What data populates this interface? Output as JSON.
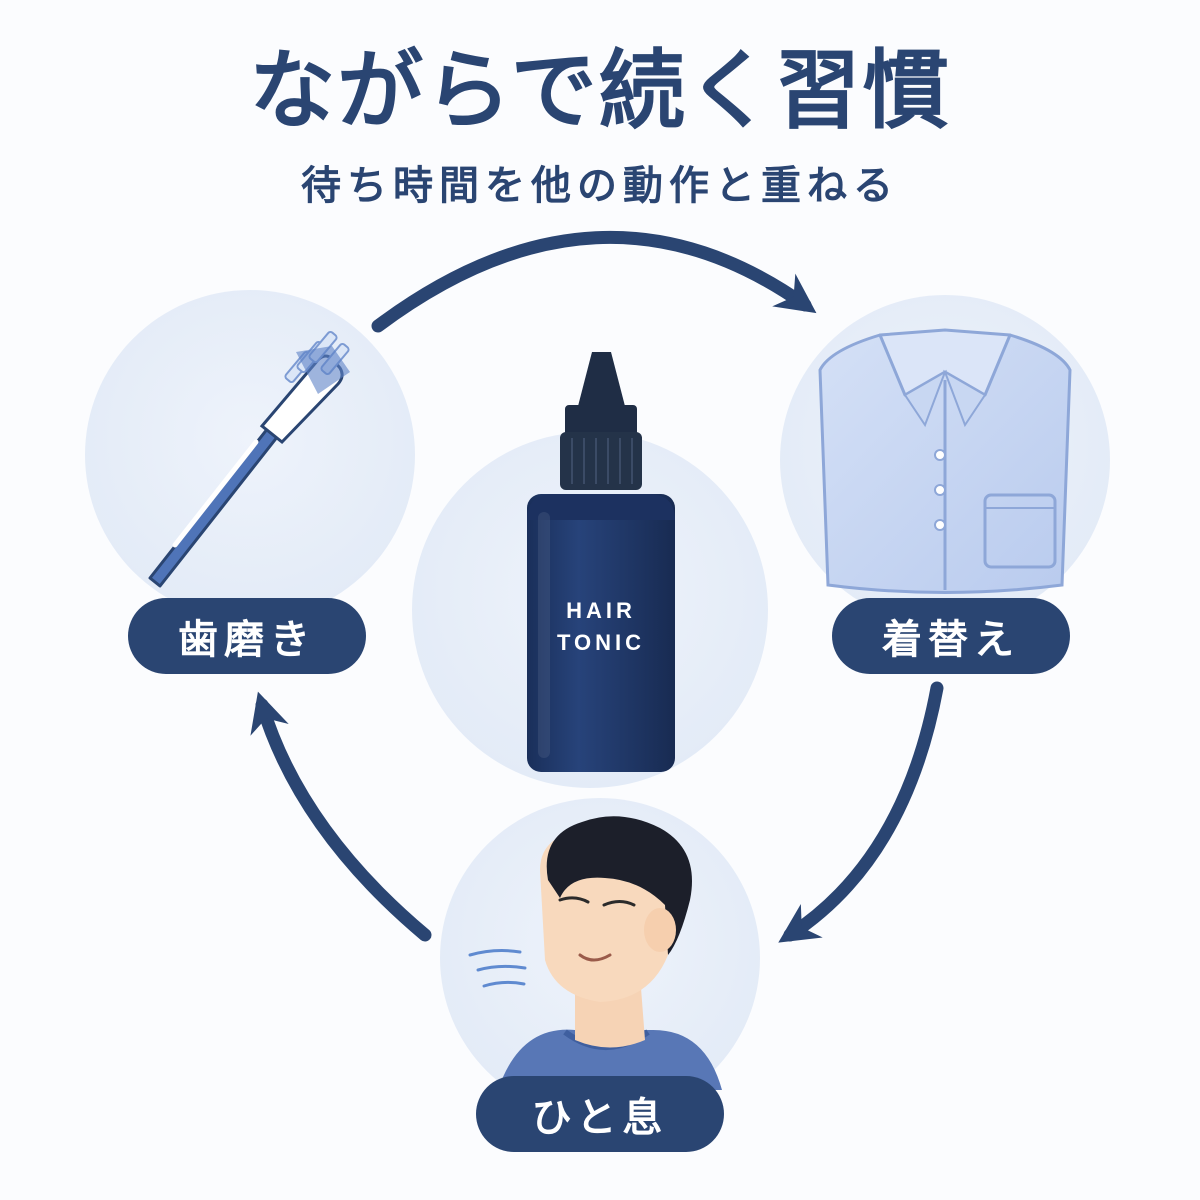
{
  "title": "ながらで続く習慣",
  "subtitle": "待ち時間を他の動作と重ねる",
  "center": {
    "product_label_line1": "HAIR",
    "product_label_line2": "TONIC"
  },
  "steps": [
    {
      "label": "歯磨き",
      "icon": "toothbrush-icon"
    },
    {
      "label": "着替え",
      "icon": "shirt-icon"
    },
    {
      "label": "ひと息",
      "icon": "person-breathing-icon"
    }
  ],
  "colors": {
    "primary": "#2a4572",
    "circle_bg": "#e8eff9",
    "bottle": "#1f3766",
    "shirt": "#c5d6f3"
  }
}
